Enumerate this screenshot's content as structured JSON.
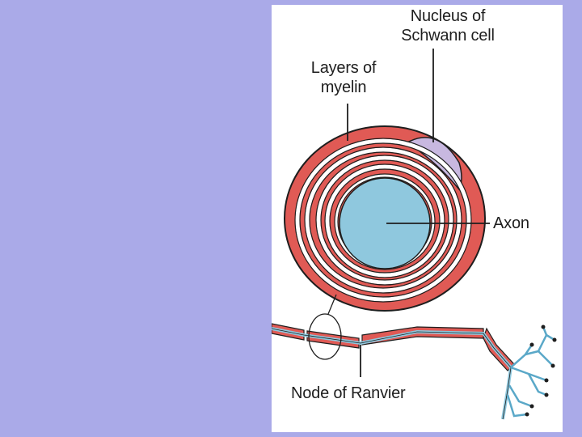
{
  "labels": {
    "nucleus_line1": "Nucleus of",
    "nucleus_line2": "Schwann cell",
    "myelin_line1": "Layers of",
    "myelin_line2": "myelin",
    "axon": "Axon",
    "node": "Node of Ranvier"
  },
  "colors": {
    "background": "#aaaae8",
    "panel": "#ffffff",
    "myelin": "#e05a55",
    "axon": "#8fc8de",
    "nucleus": "#c8b8e0",
    "outline": "#1e1e1e"
  }
}
